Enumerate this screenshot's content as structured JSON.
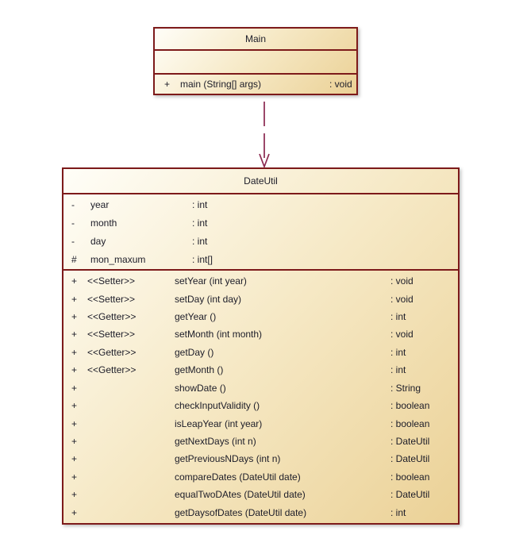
{
  "canvas": {
    "background": "#ffffff"
  },
  "colors": {
    "box_border": "#7d1a1a",
    "box_fill_light": "#fffef8",
    "box_fill_dark": "#ebd196",
    "arrow": "#8b2950",
    "text": "#1c1c28"
  },
  "classes": {
    "main": {
      "title": "Main",
      "attributes": [],
      "methods": [
        {
          "visibility": "+",
          "signature": "main (String[] args)",
          "return_type": ": void"
        }
      ]
    },
    "dateutil": {
      "title": "DateUtil",
      "attributes": [
        {
          "visibility": "-",
          "name": "year",
          "type": ": int"
        },
        {
          "visibility": "-",
          "name": "month",
          "type": ": int"
        },
        {
          "visibility": "-",
          "name": "day",
          "type": ": int"
        },
        {
          "visibility": "#",
          "name": "mon_maxum",
          "type": ": int[]"
        }
      ],
      "methods": [
        {
          "visibility": "+",
          "stereotype": "<<Setter>>",
          "signature": "setYear (int year)",
          "return_type": ": void"
        },
        {
          "visibility": "+",
          "stereotype": "<<Setter>>",
          "signature": "setDay (int day)",
          "return_type": ": void"
        },
        {
          "visibility": "+",
          "stereotype": "<<Getter>>",
          "signature": "getYear ()",
          "return_type": ": int"
        },
        {
          "visibility": "+",
          "stereotype": "<<Setter>>",
          "signature": "setMonth (int month)",
          "return_type": ": void"
        },
        {
          "visibility": "+",
          "stereotype": "<<Getter>>",
          "signature": "getDay ()",
          "return_type": ": int"
        },
        {
          "visibility": "+",
          "stereotype": "<<Getter>>",
          "signature": "getMonth ()",
          "return_type": ": int"
        },
        {
          "visibility": "+",
          "stereotype": "",
          "signature": "showDate ()",
          "return_type": ": String"
        },
        {
          "visibility": "+",
          "stereotype": "",
          "signature": "checkInputValidity ()",
          "return_type": ": boolean"
        },
        {
          "visibility": "+",
          "stereotype": "",
          "signature": "isLeapYear (int year)",
          "return_type": ": boolean"
        },
        {
          "visibility": "+",
          "stereotype": "",
          "signature": "getNextDays (int n)",
          "return_type": ": DateUtil"
        },
        {
          "visibility": "+",
          "stereotype": "",
          "signature": "getPreviousNDays (int n)",
          "return_type": ": DateUtil"
        },
        {
          "visibility": "+",
          "stereotype": "",
          "signature": "compareDates (DateUtil date)",
          "return_type": ": boolean"
        },
        {
          "visibility": "+",
          "stereotype": "",
          "signature": "equalTwoDAtes (DateUtil date)",
          "return_type": ": DateUtil"
        },
        {
          "visibility": "+",
          "stereotype": "",
          "signature": "getDaysofDates (DateUtil date)",
          "return_type": ": int"
        }
      ]
    }
  },
  "relationship": {
    "kind": "dashed-dependency-arrow",
    "from": "Main",
    "to": "DateUtil"
  }
}
